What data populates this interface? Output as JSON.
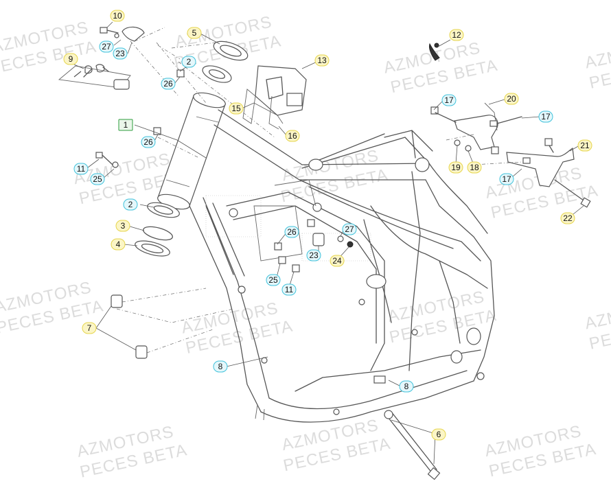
{
  "watermark": {
    "line1": "AZMOTORS",
    "line2": "PECES BETA"
  },
  "colors": {
    "callout_yellow_fill": "#fbf5c6",
    "callout_yellow_stroke": "#e6d54c",
    "callout_cyan_fill": "#e4f7fb",
    "callout_cyan_stroke": "#3fc2db",
    "callout_green_fill": "#eaf6ea",
    "callout_green_stroke": "#2e9e3e",
    "watermark": "#dcdcdc",
    "line": "#555555"
  },
  "callouts": [
    {
      "label": "10",
      "color": "yellow"
    },
    {
      "label": "27",
      "color": "cyan"
    },
    {
      "label": "23",
      "color": "cyan"
    },
    {
      "label": "9",
      "color": "yellow"
    },
    {
      "label": "5",
      "color": "yellow"
    },
    {
      "label": "2",
      "color": "cyan"
    },
    {
      "label": "26",
      "color": "cyan"
    },
    {
      "label": "12",
      "color": "yellow"
    },
    {
      "label": "13",
      "color": "yellow"
    },
    {
      "label": "15",
      "color": "yellow"
    },
    {
      "label": "1",
      "color": "green"
    },
    {
      "label": "16",
      "color": "yellow"
    },
    {
      "label": "26",
      "color": "cyan"
    },
    {
      "label": "17",
      "color": "cyan"
    },
    {
      "label": "20",
      "color": "yellow"
    },
    {
      "label": "17",
      "color": "cyan"
    },
    {
      "label": "11",
      "color": "cyan"
    },
    {
      "label": "25",
      "color": "cyan"
    },
    {
      "label": "21",
      "color": "yellow"
    },
    {
      "label": "19",
      "color": "yellow"
    },
    {
      "label": "18",
      "color": "yellow"
    },
    {
      "label": "17",
      "color": "cyan"
    },
    {
      "label": "2",
      "color": "cyan"
    },
    {
      "label": "22",
      "color": "yellow"
    },
    {
      "label": "3",
      "color": "yellow"
    },
    {
      "label": "26",
      "color": "cyan"
    },
    {
      "label": "27",
      "color": "cyan"
    },
    {
      "label": "4",
      "color": "yellow"
    },
    {
      "label": "23",
      "color": "cyan"
    },
    {
      "label": "24",
      "color": "yellow"
    },
    {
      "label": "25",
      "color": "cyan"
    },
    {
      "label": "11",
      "color": "cyan"
    },
    {
      "label": "7",
      "color": "yellow"
    },
    {
      "label": "8",
      "color": "cyan"
    },
    {
      "label": "8",
      "color": "cyan"
    },
    {
      "label": "6",
      "color": "yellow"
    }
  ]
}
